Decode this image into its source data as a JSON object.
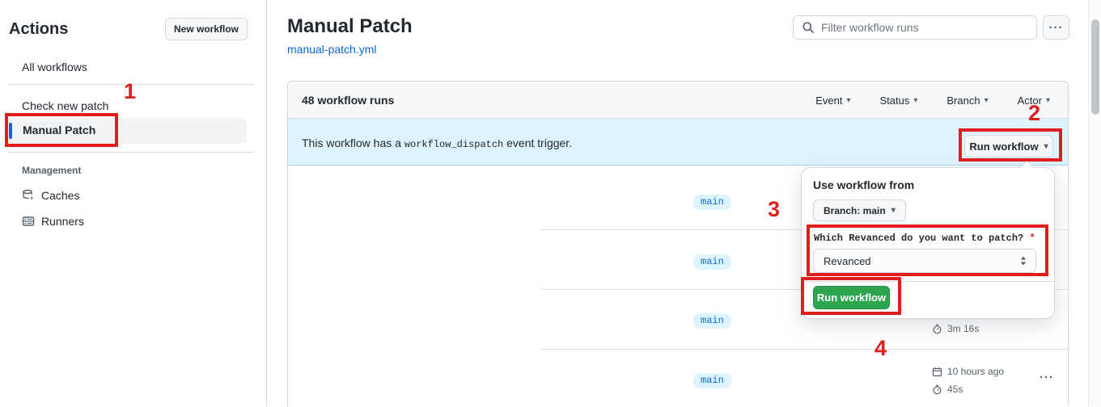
{
  "annotations": {
    "step1": "1",
    "step2": "2",
    "step3": "3",
    "step4": "4"
  },
  "icons": {
    "caret_down": "▾",
    "kebab_dots": "···"
  },
  "sidebar": {
    "title": "Actions",
    "new_workflow_label": "New workflow",
    "items": [
      {
        "label": "All workflows"
      },
      {
        "label": "Check new patch"
      },
      {
        "label": "Manual Patch",
        "selected": true
      }
    ],
    "management": {
      "label": "Management",
      "items": [
        {
          "label": "Caches",
          "icon": "cache-database-icon"
        },
        {
          "label": "Runners",
          "icon": "runners-icon"
        }
      ]
    }
  },
  "header": {
    "title": "Manual Patch",
    "file_link": "manual-patch.yml",
    "filter_placeholder": "Filter workflow runs"
  },
  "runs": {
    "count_label": "48 workflow runs",
    "filters": [
      {
        "label": "Event"
      },
      {
        "label": "Status"
      },
      {
        "label": "Branch"
      },
      {
        "label": "Actor"
      }
    ],
    "banner": {
      "text_before": "This workflow has a ",
      "code": "workflow_dispatch",
      "text_after": " event trigger.",
      "run_button": "Run workflow"
    },
    "rows": [
      {
        "branch": "main"
      },
      {
        "branch": "main"
      },
      {
        "branch": "main",
        "duration": "3m 16s"
      },
      {
        "branch": "main",
        "time": "10 hours ago",
        "duration": "45s"
      }
    ]
  },
  "panel": {
    "title": "Use workflow from",
    "branch_button": "Branch: main",
    "input_label": "Which Revanced do you want to patch? ",
    "required_mark": "*",
    "select_value": "Revanced",
    "run_button": "Run workflow"
  },
  "colors": {
    "accent_blue": "#0969da",
    "banner_blue": "#ddf4ff",
    "success_green": "#2da44e",
    "annotation_red": "#e11d1d",
    "border_gray": "#d0d7de"
  }
}
